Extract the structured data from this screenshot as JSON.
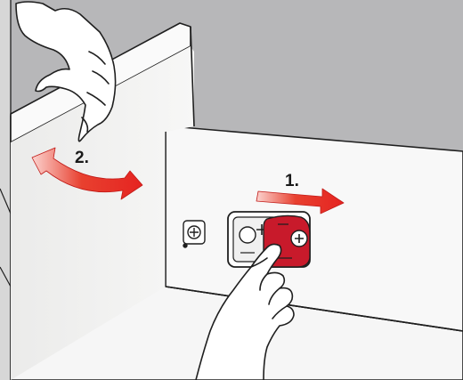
{
  "steps": [
    {
      "label": "1.",
      "action": "slide-release-clip"
    },
    {
      "label": "2.",
      "action": "tilt-front-panel-out"
    }
  ],
  "colors": {
    "background": "#b7b7b9",
    "drawer_side": "#f6f6f6",
    "front_panel": "#f1f1f0",
    "outline": "#1f1f1f",
    "arrow_red": "#e52421",
    "clip_red": "#c81a2b",
    "hand_fill": "#ffffff"
  },
  "icons": [
    "hand-icon",
    "release-clip-icon",
    "cam-fitting-icon",
    "arrow-right-icon",
    "curved-arrow-icon"
  ]
}
